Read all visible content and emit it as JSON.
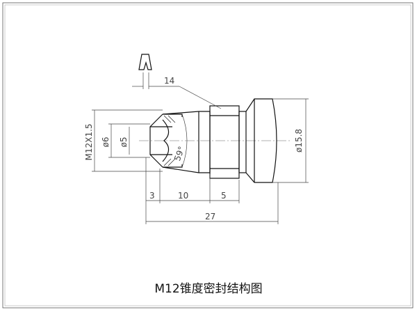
{
  "drawing": {
    "caption": "M12锥度密封结构图",
    "dimensions": {
      "thread": "M12X1.5",
      "dia_outer_bore": "ø6",
      "dia_inner_bore": "ø5",
      "cone_angle": "59°",
      "dia_body": "ø15.8",
      "len_14": "14",
      "len_3": "3",
      "len_10": "10",
      "len_5": "5",
      "len_27": "27"
    }
  }
}
